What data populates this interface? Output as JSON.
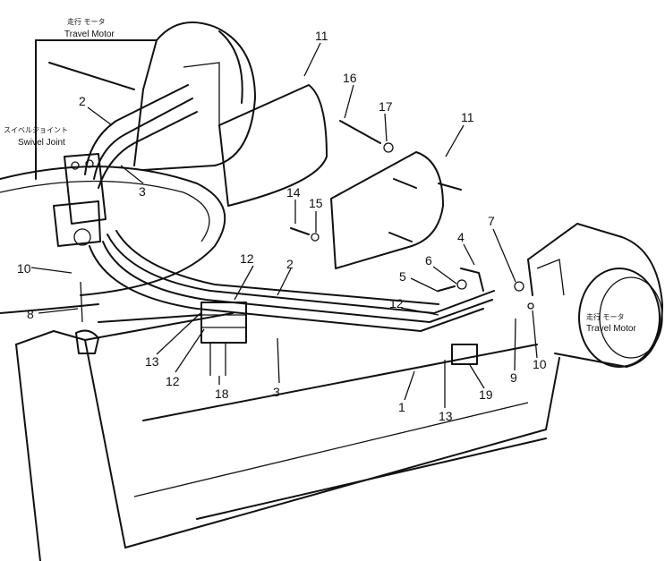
{
  "captions": {
    "travel_motor_top_jp": "走行 モータ",
    "travel_motor_top": "Travel Motor",
    "swivel_joint_jp": "スイベルジョイント",
    "swivel_joint": "Swivel Joint",
    "travel_motor_right_jp": "走行 モータ",
    "travel_motor_right": "Travel Motor"
  },
  "callouts": [
    "1",
    "2",
    "2",
    "3",
    "3",
    "4",
    "5",
    "6",
    "7",
    "8",
    "9",
    "10",
    "10",
    "11",
    "11",
    "12",
    "12",
    "12",
    "13",
    "13",
    "14",
    "15",
    "16",
    "17",
    "18",
    "19"
  ],
  "colors": {
    "line": "#111111",
    "background": "#ffffff"
  }
}
